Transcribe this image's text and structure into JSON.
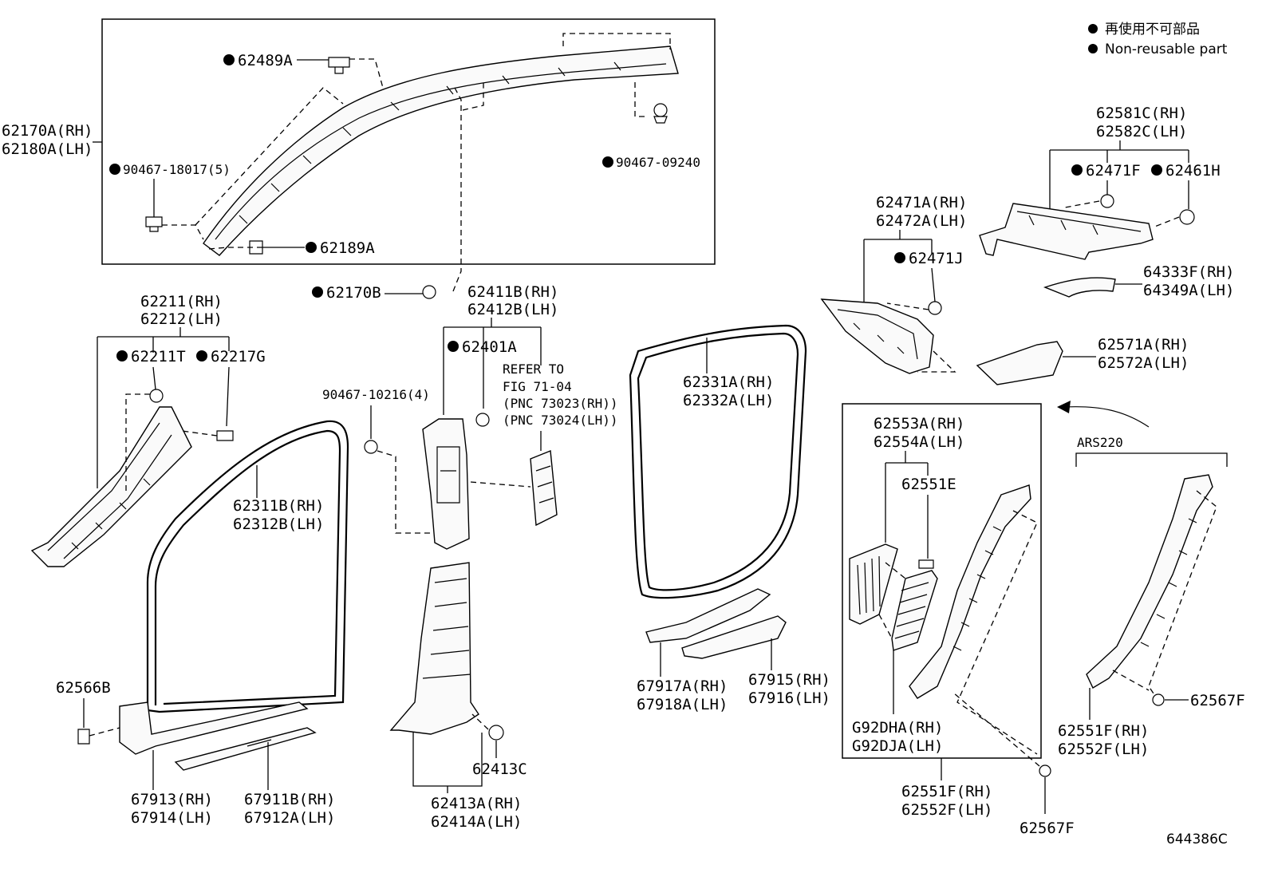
{
  "legend": {
    "line1": "再使用不可部品",
    "line2": "Non-reusable part"
  },
  "figure_code": "644386C",
  "parts": {
    "p62489A": "62489A",
    "p62170A": "62170A(RH)",
    "p62180A": "62180A(LH)",
    "p90467_18017": "90467-18017(5)",
    "p90467_09240": "90467-09240",
    "p62189A": "62189A",
    "p62170B": "62170B",
    "p62211RH": "62211(RH)",
    "p62212LH": "62212(LH)",
    "p62211T": "62211T",
    "p62217G": "62217G",
    "p62411B": "62411B(RH)",
    "p62412B": "62412B(LH)",
    "p62401A": "62401A",
    "refer1": "REFER TO",
    "refer2": "FIG 71-04",
    "refer3": "(PNC 73023(RH))",
    "refer4": "(PNC 73024(LH))",
    "p90467_10216": "90467-10216(4)",
    "p62311B": "62311B(RH)",
    "p62312B": "62312B(LH)",
    "p62566B": "62566B",
    "p67913": "67913(RH)",
    "p67914": "67914(LH)",
    "p67911B": "67911B(RH)",
    "p67912A": "67912A(LH)",
    "p62413C": "62413C",
    "p62413A": "62413A(RH)",
    "p62414A": "62414A(LH)",
    "p62331A": "62331A(RH)",
    "p62332A": "62332A(LH)",
    "p67917A": "67917A(RH)",
    "p67918A": "67918A(LH)",
    "p67915": "67915(RH)",
    "p67916": "67916(LH)",
    "p62471A": "62471A(RH)",
    "p62472A": "62472A(LH)",
    "p62471J": "62471J",
    "p62581C": "62581C(RH)",
    "p62582C": "62582C(LH)",
    "p62471F": "62471F",
    "p62461H": "62461H",
    "p64333F": "64333F(RH)",
    "p64349A": "64349A(LH)",
    "p62571A": "62571A(RH)",
    "p62572A": "62572A(LH)",
    "p62553A": "62553A(RH)",
    "p62554A": "62554A(LH)",
    "p62551E": "62551E",
    "pG92DHA": "G92DHA(RH)",
    "pG92DJA": "G92DJA(LH)",
    "p62551F_box": "62551F(RH)",
    "p62552F_box": "62552F(LH)",
    "p62567F_bottom": "62567F",
    "ars": "ARS220",
    "p62567F_right": "62567F",
    "p62551F_ars": "62551F(RH)",
    "p62552F_ars": "62552F(LH)"
  }
}
